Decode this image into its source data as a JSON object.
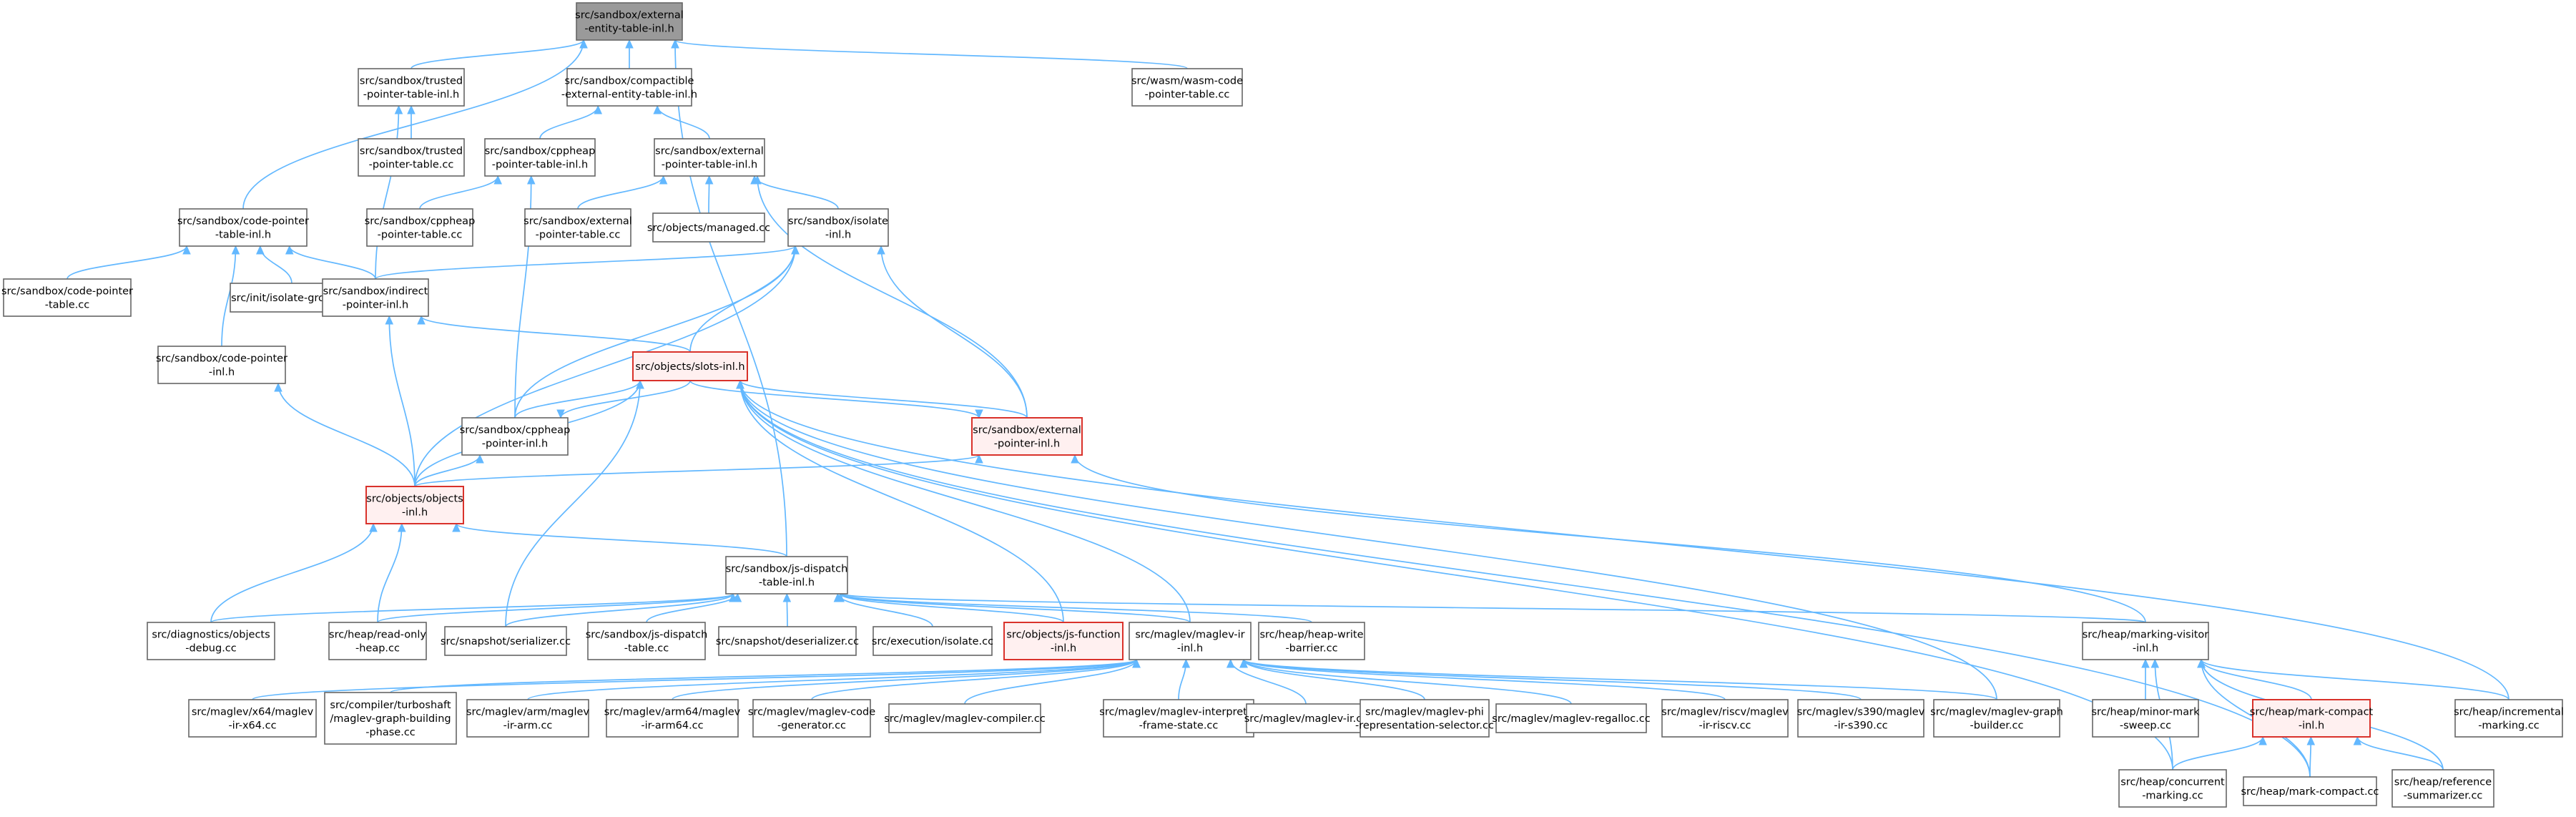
{
  "diagram": {
    "nodes": [
      {
        "id": "root",
        "lines": [
          "src/sandbox/external",
          "-entity-table-inl.h"
        ],
        "style": "highlight"
      },
      {
        "id": "trusted_ptr_tbl_inl",
        "lines": [
          "src/sandbox/trusted",
          "-pointer-table-inl.h"
        ],
        "style": "normal"
      },
      {
        "id": "compat_ext_ent_tbl",
        "lines": [
          "src/sandbox/compactible",
          "-external-entity-table-inl.h"
        ],
        "style": "normal"
      },
      {
        "id": "wasm_code_ptr_tbl",
        "lines": [
          "src/wasm/wasm-code",
          "-pointer-table.cc"
        ],
        "style": "normal"
      },
      {
        "id": "trusted_ptr_tbl_cc",
        "lines": [
          "src/sandbox/trusted",
          "-pointer-table.cc"
        ],
        "style": "normal"
      },
      {
        "id": "cppheap_ptr_tbl_inl",
        "lines": [
          "src/sandbox/cppheap",
          "-pointer-table-inl.h"
        ],
        "style": "normal"
      },
      {
        "id": "ext_ptr_tbl_inl",
        "lines": [
          "src/sandbox/external",
          "-pointer-table-inl.h"
        ],
        "style": "normal"
      },
      {
        "id": "code_ptr_tbl_inl",
        "lines": [
          "src/sandbox/code-pointer",
          "-table-inl.h"
        ],
        "style": "normal"
      },
      {
        "id": "cppheap_ptr_tbl_cc",
        "lines": [
          "src/sandbox/cppheap",
          "-pointer-table.cc"
        ],
        "style": "normal"
      },
      {
        "id": "ext_ptr_tbl_cc",
        "lines": [
          "src/sandbox/external",
          "-pointer-table.cc"
        ],
        "style": "normal"
      },
      {
        "id": "objects_managed",
        "lines": [
          "src/objects/managed.cc"
        ],
        "style": "normal"
      },
      {
        "id": "isolate_inl",
        "lines": [
          "src/sandbox/isolate",
          "-inl.h"
        ],
        "style": "normal"
      },
      {
        "id": "code_ptr_tbl_cc",
        "lines": [
          "src/sandbox/code-pointer",
          "-table.cc"
        ],
        "style": "normal"
      },
      {
        "id": "isolate_group",
        "lines": [
          "src/init/isolate-group.cc"
        ],
        "style": "normal"
      },
      {
        "id": "indirect_ptr_inl",
        "lines": [
          "src/sandbox/indirect",
          "-pointer-inl.h"
        ],
        "style": "normal"
      },
      {
        "id": "code_ptr_inl",
        "lines": [
          "src/sandbox/code-pointer",
          "-inl.h"
        ],
        "style": "normal"
      },
      {
        "id": "slots_inl",
        "lines": [
          "src/objects/slots-inl.h"
        ],
        "style": "red"
      },
      {
        "id": "cppheap_ptr_inl",
        "lines": [
          "src/sandbox/cppheap",
          "-pointer-inl.h"
        ],
        "style": "normal"
      },
      {
        "id": "ext_ptr_inl",
        "lines": [
          "src/sandbox/external",
          "-pointer-inl.h"
        ],
        "style": "red"
      },
      {
        "id": "objects_inl",
        "lines": [
          "src/objects/objects",
          "-inl.h"
        ],
        "style": "red"
      },
      {
        "id": "js_dispatch_tbl_inl",
        "lines": [
          "src/sandbox/js-dispatch",
          "-table-inl.h"
        ],
        "style": "normal"
      },
      {
        "id": "diag_objects_debug",
        "lines": [
          "src/diagnostics/objects",
          "-debug.cc"
        ],
        "style": "normal"
      },
      {
        "id": "heap_read_only",
        "lines": [
          "src/heap/read-only",
          "-heap.cc"
        ],
        "style": "normal"
      },
      {
        "id": "snapshot_serializer",
        "lines": [
          "src/snapshot/serializer.cc"
        ],
        "style": "normal"
      },
      {
        "id": "js_dispatch_tbl_cc",
        "lines": [
          "src/sandbox/js-dispatch",
          "-table.cc"
        ],
        "style": "normal"
      },
      {
        "id": "snapshot_deserializer",
        "lines": [
          "src/snapshot/deserializer.cc"
        ],
        "style": "normal"
      },
      {
        "id": "execution_isolate",
        "lines": [
          "src/execution/isolate.cc"
        ],
        "style": "normal"
      },
      {
        "id": "js_function_inl",
        "lines": [
          "src/objects/js-function",
          "-inl.h"
        ],
        "style": "red"
      },
      {
        "id": "maglev_ir_inl",
        "lines": [
          "src/maglev/maglev-ir",
          "-inl.h"
        ],
        "style": "normal"
      },
      {
        "id": "heap_write_barrier",
        "lines": [
          "src/heap/heap-write",
          "-barrier.cc"
        ],
        "style": "normal"
      },
      {
        "id": "marking_visitor_inl",
        "lines": [
          "src/heap/marking-visitor",
          "-inl.h"
        ],
        "style": "normal"
      },
      {
        "id": "maglev_x64",
        "lines": [
          "src/maglev/x64/maglev",
          "-ir-x64.cc"
        ],
        "style": "normal"
      },
      {
        "id": "turboshaft_building",
        "lines": [
          "src/compiler/turboshaft",
          "/maglev-graph-building",
          "-phase.cc"
        ],
        "style": "normal"
      },
      {
        "id": "maglev_arm",
        "lines": [
          "src/maglev/arm/maglev",
          "-ir-arm.cc"
        ],
        "style": "normal"
      },
      {
        "id": "maglev_arm64",
        "lines": [
          "src/maglev/arm64/maglev",
          "-ir-arm64.cc"
        ],
        "style": "normal"
      },
      {
        "id": "maglev_codegen",
        "lines": [
          "src/maglev/maglev-code",
          "-generator.cc"
        ],
        "style": "normal"
      },
      {
        "id": "maglev_compiler",
        "lines": [
          "src/maglev/maglev-compiler.cc"
        ],
        "style": "normal"
      },
      {
        "id": "maglev_interp_frame",
        "lines": [
          "src/maglev/maglev-interpreter",
          "-frame-state.cc"
        ],
        "style": "normal"
      },
      {
        "id": "maglev_ir_cc",
        "lines": [
          "src/maglev/maglev-ir.cc"
        ],
        "style": "normal"
      },
      {
        "id": "maglev_phi",
        "lines": [
          "src/maglev/maglev-phi",
          "-representation-selector.cc"
        ],
        "style": "normal"
      },
      {
        "id": "maglev_regalloc",
        "lines": [
          "src/maglev/maglev-regalloc.cc"
        ],
        "style": "normal"
      },
      {
        "id": "maglev_riscv",
        "lines": [
          "src/maglev/riscv/maglev",
          "-ir-riscv.cc"
        ],
        "style": "normal"
      },
      {
        "id": "maglev_s390",
        "lines": [
          "src/maglev/s390/maglev",
          "-ir-s390.cc"
        ],
        "style": "normal"
      },
      {
        "id": "maglev_graph_builder",
        "lines": [
          "src/maglev/maglev-graph",
          "-builder.cc"
        ],
        "style": "normal"
      },
      {
        "id": "minor_mark_sweep",
        "lines": [
          "src/heap/minor-mark",
          "-sweep.cc"
        ],
        "style": "normal"
      },
      {
        "id": "mark_compact_inl",
        "lines": [
          "src/heap/mark-compact",
          "-inl.h"
        ],
        "style": "red"
      },
      {
        "id": "incremental_marking",
        "lines": [
          "src/heap/incremental",
          "-marking.cc"
        ],
        "style": "normal"
      },
      {
        "id": "concurrent_marking",
        "lines": [
          "src/heap/concurrent",
          "-marking.cc"
        ],
        "style": "normal"
      },
      {
        "id": "mark_compact_cc",
        "lines": [
          "src/heap/mark-compact.cc"
        ],
        "style": "normal"
      },
      {
        "id": "reference_summarizer",
        "lines": [
          "src/heap/reference",
          "-summarizer.cc"
        ],
        "style": "normal"
      }
    ],
    "edges": [
      [
        "trusted_ptr_tbl_inl",
        "root"
      ],
      [
        "compat_ext_ent_tbl",
        "root"
      ],
      [
        "wasm_code_ptr_tbl",
        "root"
      ],
      [
        "code_ptr_tbl_inl",
        "root"
      ],
      [
        "js_dispatch_tbl_inl",
        "root"
      ],
      [
        "trusted_ptr_tbl_cc",
        "trusted_ptr_tbl_inl"
      ],
      [
        "indirect_ptr_inl",
        "trusted_ptr_tbl_inl"
      ],
      [
        "cppheap_ptr_tbl_inl",
        "compat_ext_ent_tbl"
      ],
      [
        "ext_ptr_tbl_inl",
        "compat_ext_ent_tbl"
      ],
      [
        "cppheap_ptr_tbl_cc",
        "cppheap_ptr_tbl_inl"
      ],
      [
        "cppheap_ptr_inl",
        "cppheap_ptr_tbl_inl"
      ],
      [
        "ext_ptr_tbl_cc",
        "ext_ptr_tbl_inl"
      ],
      [
        "objects_managed",
        "ext_ptr_tbl_inl"
      ],
      [
        "isolate_inl",
        "ext_ptr_tbl_inl"
      ],
      [
        "ext_ptr_inl",
        "ext_ptr_tbl_inl"
      ],
      [
        "code_ptr_tbl_cc",
        "code_ptr_tbl_inl"
      ],
      [
        "isolate_group",
        "code_ptr_tbl_inl"
      ],
      [
        "indirect_ptr_inl",
        "code_ptr_tbl_inl"
      ],
      [
        "code_ptr_inl",
        "code_ptr_tbl_inl"
      ],
      [
        "indirect_ptr_inl",
        "isolate_inl"
      ],
      [
        "slots_inl",
        "isolate_inl"
      ],
      [
        "cppheap_ptr_inl",
        "isolate_inl"
      ],
      [
        "ext_ptr_inl",
        "isolate_inl"
      ],
      [
        "objects_inl",
        "isolate_inl"
      ],
      [
        "slots_inl",
        "indirect_ptr_inl"
      ],
      [
        "objects_inl",
        "indirect_ptr_inl"
      ],
      [
        "objects_inl",
        "code_ptr_inl"
      ],
      [
        "cppheap_ptr_inl",
        "slots_inl"
      ],
      [
        "ext_ptr_inl",
        "slots_inl"
      ],
      [
        "objects_inl",
        "slots_inl"
      ],
      [
        "slots_inl",
        "ext_ptr_inl"
      ],
      [
        "slots_inl",
        "cppheap_ptr_inl"
      ],
      [
        "objects_inl",
        "cppheap_ptr_inl"
      ],
      [
        "objects_inl",
        "ext_ptr_inl"
      ],
      [
        "marking_visitor_inl",
        "ext_ptr_inl"
      ],
      [
        "js_dispatch_tbl_inl",
        "objects_inl"
      ],
      [
        "diag_objects_debug",
        "objects_inl"
      ],
      [
        "heap_read_only",
        "objects_inl"
      ],
      [
        "snapshot_serializer",
        "slots_inl"
      ],
      [
        "js_function_inl",
        "slots_inl"
      ],
      [
        "maglev_ir_inl",
        "slots_inl"
      ],
      [
        "maglev_graph_builder",
        "slots_inl"
      ],
      [
        "incremental_marking",
        "slots_inl"
      ],
      [
        "mark_compact_cc",
        "slots_inl"
      ],
      [
        "concurrent_marking",
        "slots_inl"
      ],
      [
        "diag_objects_debug",
        "js_dispatch_tbl_inl"
      ],
      [
        "heap_read_only",
        "js_dispatch_tbl_inl"
      ],
      [
        "snapshot_serializer",
        "js_dispatch_tbl_inl"
      ],
      [
        "js_dispatch_tbl_cc",
        "js_dispatch_tbl_inl"
      ],
      [
        "snapshot_deserializer",
        "js_dispatch_tbl_inl"
      ],
      [
        "execution_isolate",
        "js_dispatch_tbl_inl"
      ],
      [
        "js_function_inl",
        "js_dispatch_tbl_inl"
      ],
      [
        "maglev_ir_inl",
        "js_dispatch_tbl_inl"
      ],
      [
        "heap_write_barrier",
        "js_dispatch_tbl_inl"
      ],
      [
        "marking_visitor_inl",
        "js_dispatch_tbl_inl"
      ],
      [
        "maglev_x64",
        "maglev_ir_inl"
      ],
      [
        "turboshaft_building",
        "maglev_ir_inl"
      ],
      [
        "maglev_arm",
        "maglev_ir_inl"
      ],
      [
        "maglev_arm64",
        "maglev_ir_inl"
      ],
      [
        "maglev_codegen",
        "maglev_ir_inl"
      ],
      [
        "maglev_compiler",
        "maglev_ir_inl"
      ],
      [
        "maglev_interp_frame",
        "maglev_ir_inl"
      ],
      [
        "maglev_ir_cc",
        "maglev_ir_inl"
      ],
      [
        "maglev_phi",
        "maglev_ir_inl"
      ],
      [
        "maglev_regalloc",
        "maglev_ir_inl"
      ],
      [
        "maglev_riscv",
        "maglev_ir_inl"
      ],
      [
        "maglev_s390",
        "maglev_ir_inl"
      ],
      [
        "maglev_graph_builder",
        "maglev_ir_inl"
      ],
      [
        "minor_mark_sweep",
        "marking_visitor_inl"
      ],
      [
        "mark_compact_inl",
        "marking_visitor_inl"
      ],
      [
        "incremental_marking",
        "marking_visitor_inl"
      ],
      [
        "concurrent_marking",
        "marking_visitor_inl"
      ],
      [
        "mark_compact_cc",
        "marking_visitor_inl"
      ],
      [
        "reference_summarizer",
        "marking_visitor_inl"
      ],
      [
        "concurrent_marking",
        "mark_compact_inl"
      ],
      [
        "mark_compact_cc",
        "mark_compact_inl"
      ],
      [
        "reference_summarizer",
        "mark_compact_inl"
      ]
    ]
  }
}
